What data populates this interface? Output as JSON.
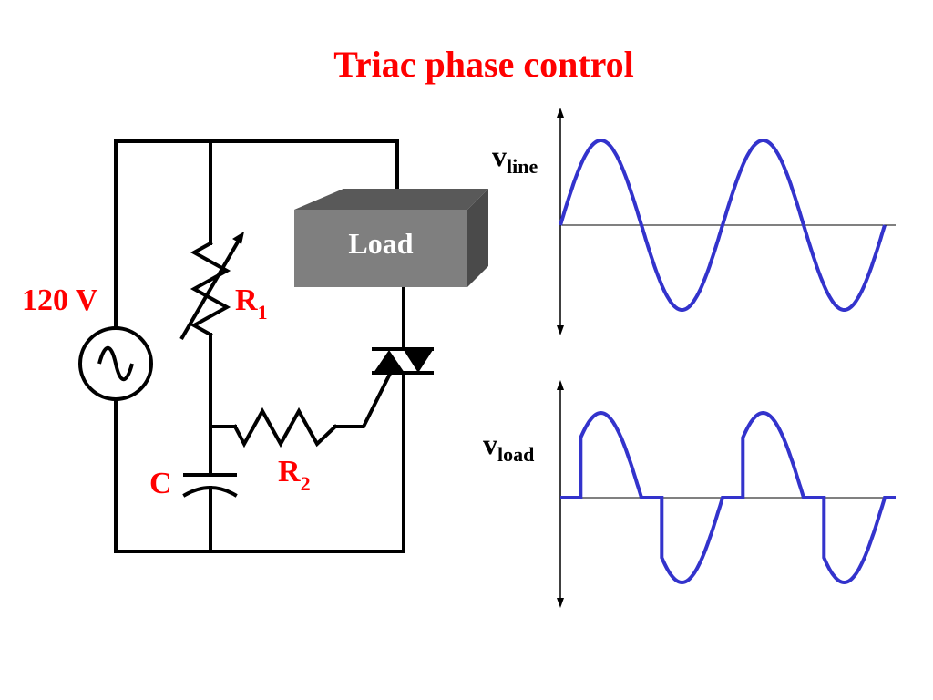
{
  "title": "Triac phase control",
  "circuit": {
    "source_label": "120 V",
    "load_label": "Load",
    "r1": {
      "main": "R",
      "sub": "1"
    },
    "r2": {
      "main": "R",
      "sub": "2"
    },
    "cap_label": "C"
  },
  "waveforms": {
    "line": {
      "main": "v",
      "sub": "line",
      "cycles": 2
    },
    "load": {
      "main": "v",
      "sub": "load",
      "cycles": 2,
      "firing_angle_deg": 45
    }
  },
  "colors": {
    "title": "#ff0000",
    "labels": "#ff0000",
    "wave": "#3333cc",
    "wire": "#000000",
    "load_front": "#7f7f7f",
    "load_top": "#595959",
    "load_side": "#4a4a4a",
    "load_text": "#ffffff"
  }
}
